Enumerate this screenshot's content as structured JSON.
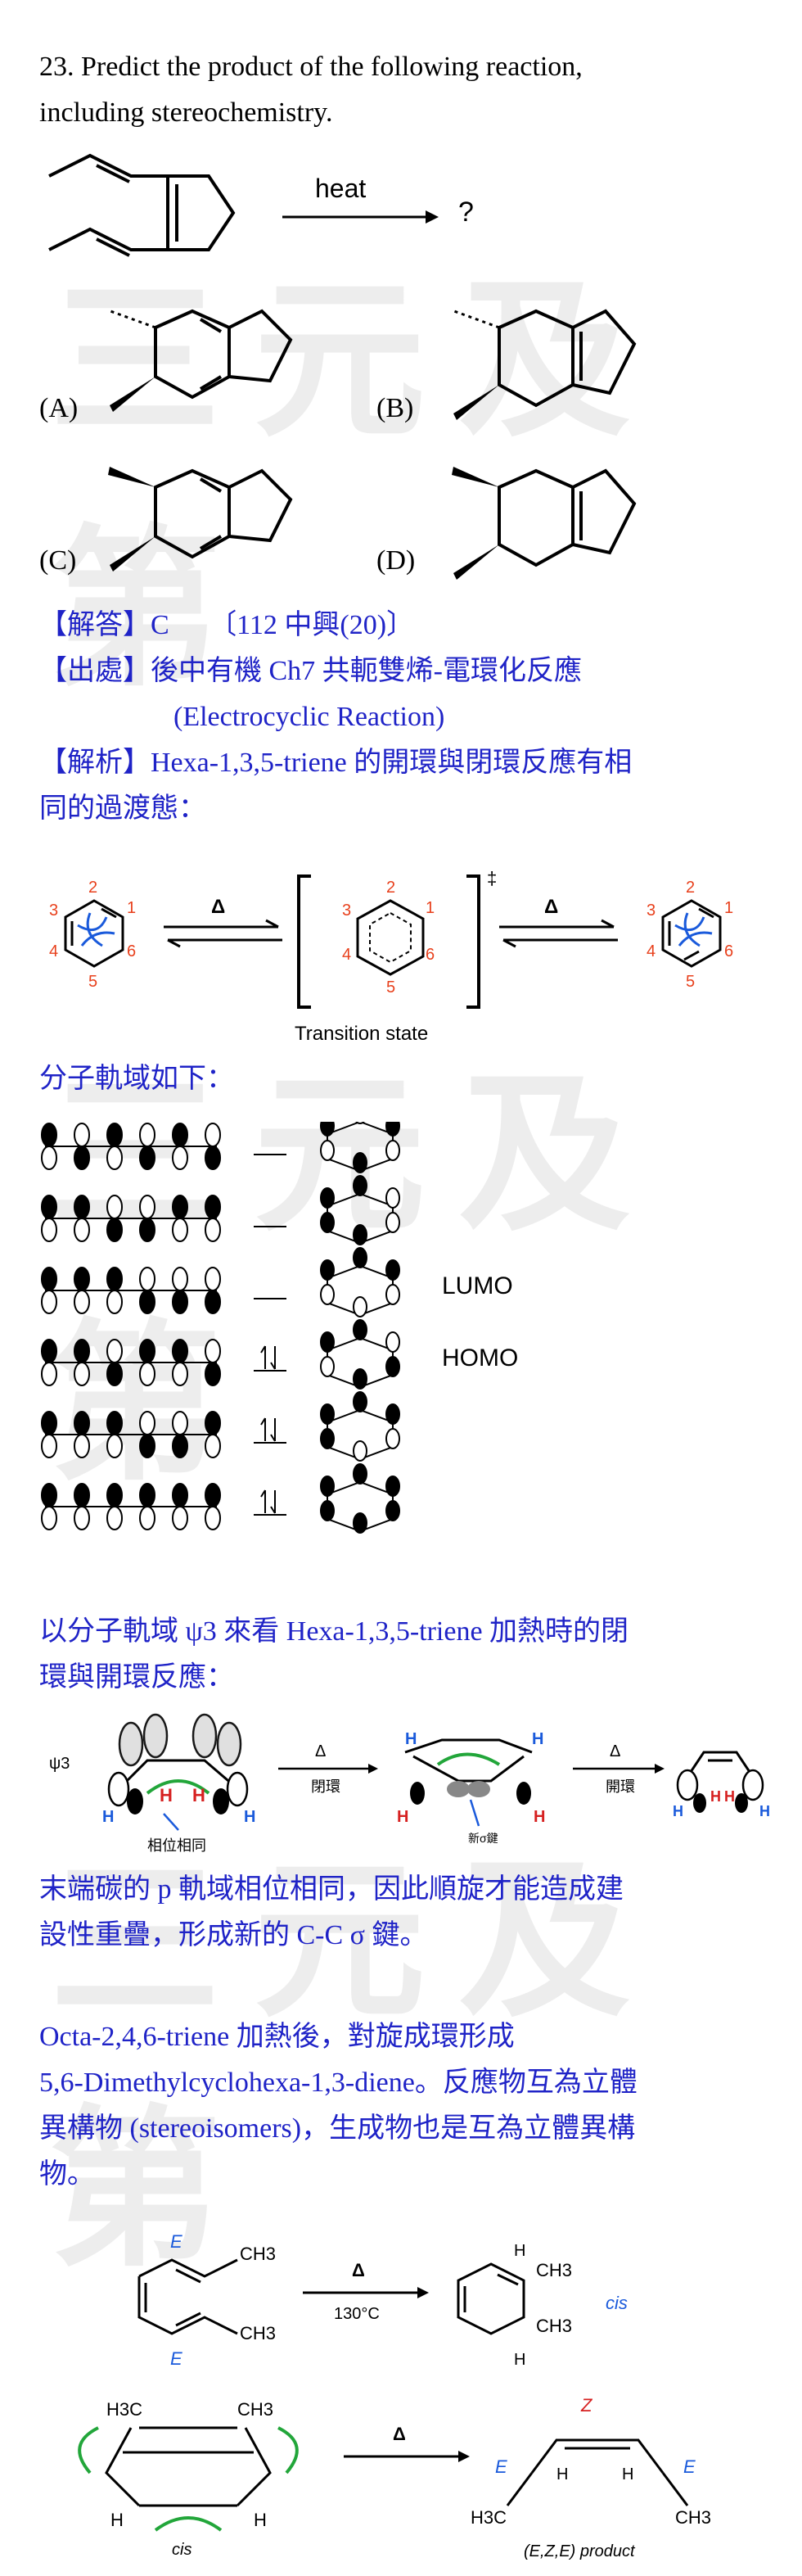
{
  "watermark": "三元及第",
  "question": {
    "line1": "23. Predict the product of the following reaction,",
    "line2": "including stereochemistry.",
    "arrow_label": "heat",
    "arrow_result": "?",
    "choices": [
      "(A)",
      "(B)",
      "(C)",
      "(D)"
    ]
  },
  "answer": {
    "l1_tag": "【解答】",
    "l1_text": "C",
    "l1_source": "〔112 中興(20)〕",
    "l2_tag": "【出處】",
    "l2_text": "後中有機 Ch7 共軛雙烯-電環化反應",
    "l3_text": "(Electrocyclic Reaction)",
    "l4_tag": "【解析】",
    "l4_text": "Hexa-1,3,5-triene 的開環與閉環反應有相",
    "l5_text": "同的過渡態："
  },
  "ts_figure": {
    "delta": "Δ",
    "caption": "Transition state",
    "dagger": "‡",
    "numbers": [
      "1",
      "2",
      "3",
      "4",
      "5",
      "6"
    ]
  },
  "mo_section": {
    "heading": "分子軌域如下：",
    "lumo": "LUMO",
    "homo": "HOMO"
  },
  "psi3_section": {
    "line1": "以分子軌域 ψ3 來看 Hexa-1,3,5-triene 加熱時的閉",
    "line2": "環與開環反應：",
    "psi_label": "ψ3",
    "delta": "Δ",
    "close_label": "閉環",
    "open_label": "開環",
    "same_phase": "相位相同",
    "new_sigma": "新σ鍵",
    "h": "H"
  },
  "conclusion": {
    "line1": "末端碳的 p 軌域相位相同，因此順旋才能造成建",
    "line2": "設性重疊，形成新的 C-C σ 鍵。"
  },
  "octa": {
    "line1": "Octa-2,4,6-triene 加熱後，對旋成環形成",
    "line2": "5,6-Dimethylcyclohexa-1,3-diene。反應物互為立體",
    "line3": "異構物 (stereoisomers)，生成物也是互為立體異構",
    "line4": "物。"
  },
  "bottom_scheme": {
    "ch3": "CH3",
    "h3c": "H3C",
    "e": "E",
    "z": "Z",
    "h": "H",
    "delta": "Δ",
    "temp": "130°C",
    "cis": "cis",
    "product": "(E,Z,E) product"
  }
}
